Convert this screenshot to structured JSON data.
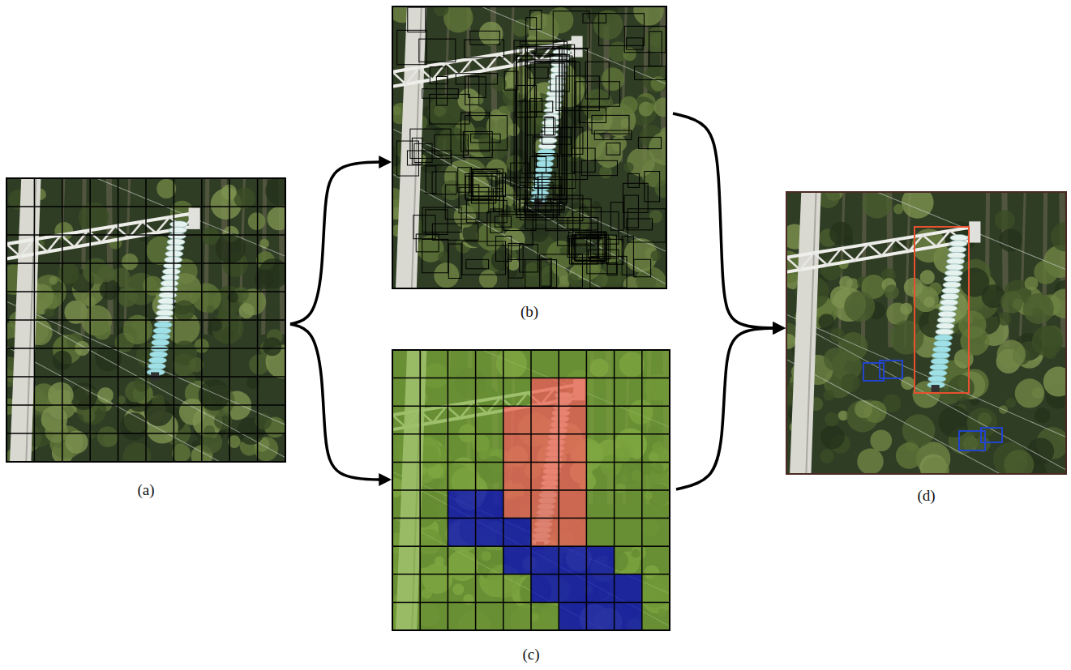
{
  "diagram": {
    "nodes": [
      {
        "text": [
          "(a)"
        ]
      },
      {
        "text": [
          "(b)"
        ]
      },
      {
        "text": [
          "(c)"
        ]
      },
      {
        "text": [
          "(d)"
        ]
      }
    ],
    "edges": [
      {
        "from": 0,
        "to": 1,
        "arrow": "to"
      },
      {
        "from": 0,
        "to": 2,
        "arrow": "to"
      },
      {
        "from": 1,
        "to": 3,
        "arrow": "to"
      },
      {
        "from": 2,
        "to": 3,
        "arrow": "to"
      }
    ]
  }
}
